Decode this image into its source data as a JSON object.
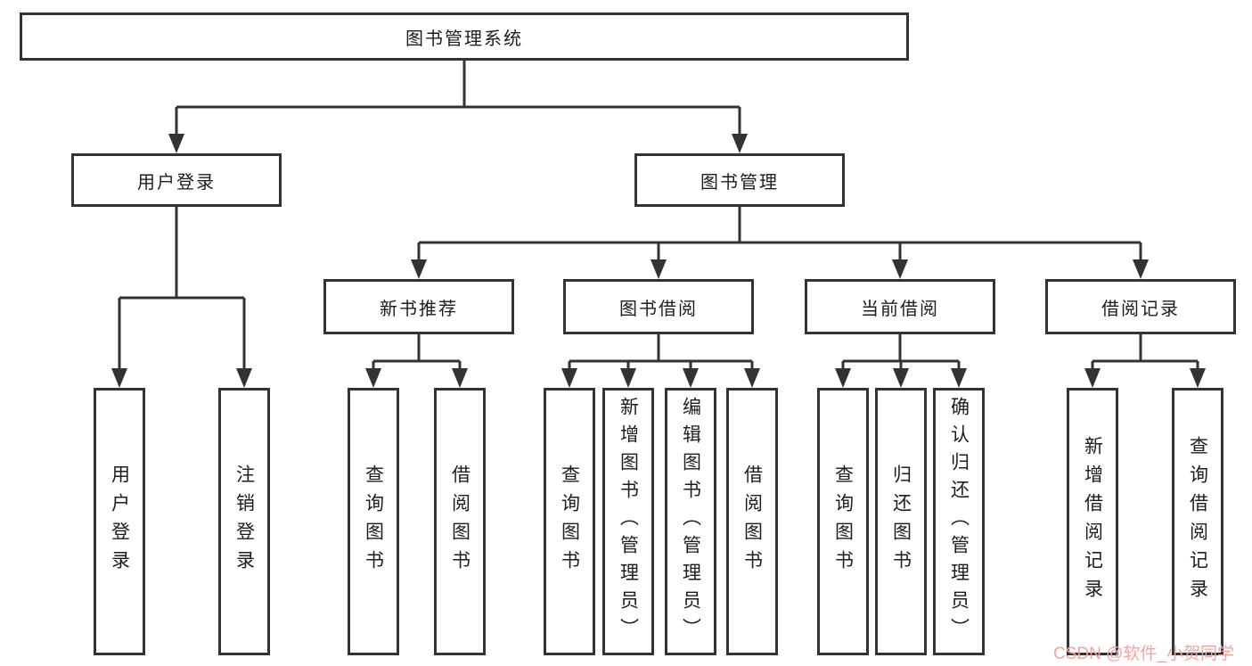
{
  "title": "图书管理系统",
  "watermark": {
    "text": "CSDN @软件_小贺同学"
  },
  "colors": {
    "line": "#333333",
    "box_border": "#333333",
    "text": "#1d1d1f",
    "background": "#ffffff",
    "watermark": "#f2a59f"
  },
  "tree": {
    "root": {
      "label": "图书管理系统"
    },
    "branches": [
      {
        "label": "用户登录",
        "children": [
          {
            "label": "用户登录"
          },
          {
            "label": "注销登录"
          }
        ]
      },
      {
        "label": "图书管理",
        "children": [
          {
            "label": "新书推荐",
            "children": [
              {
                "label": "查询图书"
              },
              {
                "label": "借阅图书"
              }
            ]
          },
          {
            "label": "图书借阅",
            "children": [
              {
                "label": "查询图书"
              },
              {
                "label": "新增图书（管理员）"
              },
              {
                "label": "编辑图书（管理员）"
              },
              {
                "label": "借阅图书"
              }
            ]
          },
          {
            "label": "当前借阅",
            "children": [
              {
                "label": "查询图书"
              },
              {
                "label": "归还图书"
              },
              {
                "label": "确认归还（管理员）"
              }
            ]
          },
          {
            "label": "借阅记录",
            "children": [
              {
                "label": "新增借阅记录"
              },
              {
                "label": "查询借阅记录"
              }
            ]
          }
        ]
      }
    ]
  }
}
